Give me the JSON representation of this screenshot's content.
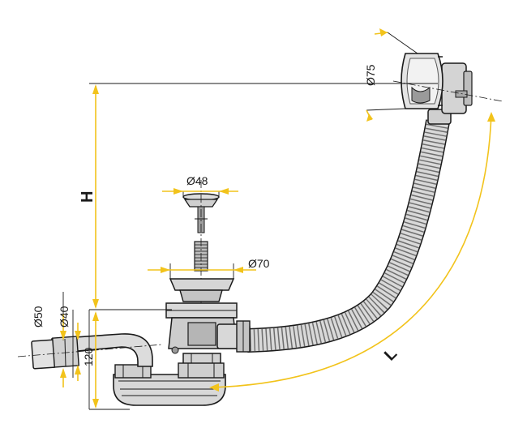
{
  "colors": {
    "accent": "#f2c31b",
    "line": "#1a1a1a",
    "part_fill": "#dcdcdc",
    "part_dark": "#8a8a8a"
  },
  "labels": {
    "d75": "Ø75",
    "d48": "Ø48",
    "d70": "Ø70",
    "d50": "Ø50",
    "d40": "Ø40",
    "h120": "120",
    "H": "H",
    "L": "L"
  }
}
